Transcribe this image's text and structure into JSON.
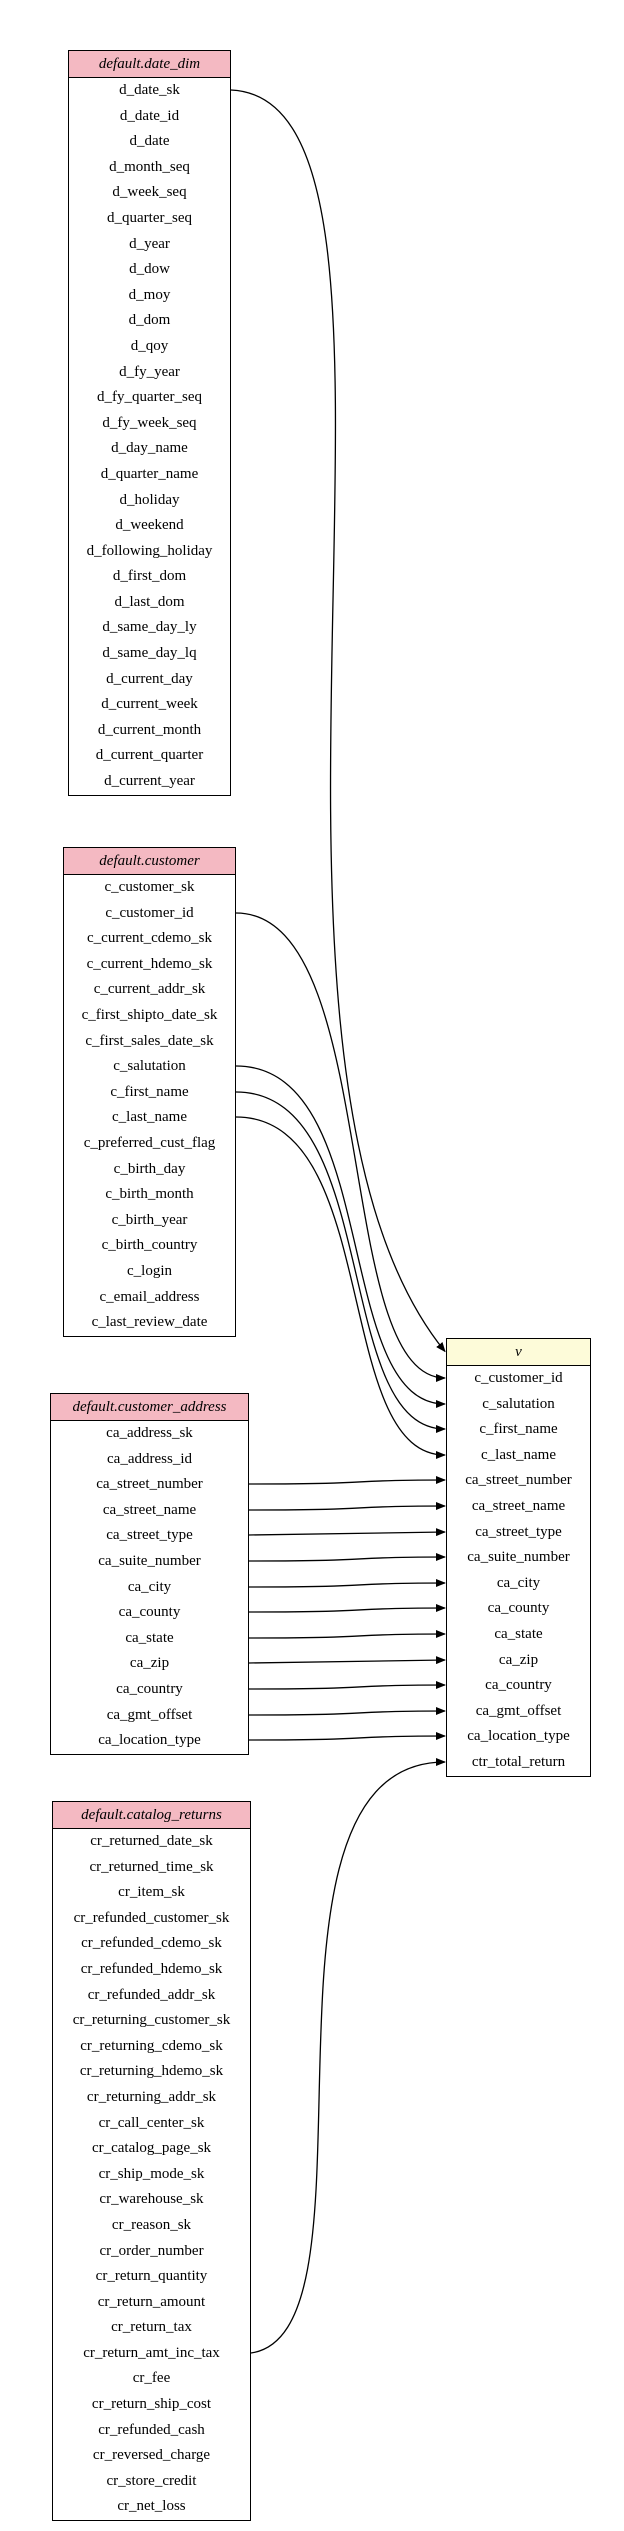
{
  "tables": [
    {
      "id": "t-date",
      "name": "default.date_dim",
      "columns": [
        "d_date_sk",
        "d_date_id",
        "d_date",
        "d_month_seq",
        "d_week_seq",
        "d_quarter_seq",
        "d_year",
        "d_dow",
        "d_moy",
        "d_dom",
        "d_qoy",
        "d_fy_year",
        "d_fy_quarter_seq",
        "d_fy_week_seq",
        "d_day_name",
        "d_quarter_name",
        "d_holiday",
        "d_weekend",
        "d_following_holiday",
        "d_first_dom",
        "d_last_dom",
        "d_same_day_ly",
        "d_same_day_lq",
        "d_current_day",
        "d_current_week",
        "d_current_month",
        "d_current_quarter",
        "d_current_year"
      ]
    },
    {
      "id": "t-cust",
      "name": "default.customer",
      "columns": [
        "c_customer_sk",
        "c_customer_id",
        "c_current_cdemo_sk",
        "c_current_hdemo_sk",
        "c_current_addr_sk",
        "c_first_shipto_date_sk",
        "c_first_sales_date_sk",
        "c_salutation",
        "c_first_name",
        "c_last_name",
        "c_preferred_cust_flag",
        "c_birth_day",
        "c_birth_month",
        "c_birth_year",
        "c_birth_country",
        "c_login",
        "c_email_address",
        "c_last_review_date"
      ]
    },
    {
      "id": "t-addr",
      "name": "default.customer_address",
      "columns": [
        "ca_address_sk",
        "ca_address_id",
        "ca_street_number",
        "ca_street_name",
        "ca_street_type",
        "ca_suite_number",
        "ca_city",
        "ca_county",
        "ca_state",
        "ca_zip",
        "ca_country",
        "ca_gmt_offset",
        "ca_location_type"
      ]
    },
    {
      "id": "t-cret",
      "name": "default.catalog_returns",
      "columns": [
        "cr_returned_date_sk",
        "cr_returned_time_sk",
        "cr_item_sk",
        "cr_refunded_customer_sk",
        "cr_refunded_cdemo_sk",
        "cr_refunded_hdemo_sk",
        "cr_refunded_addr_sk",
        "cr_returning_customer_sk",
        "cr_returning_cdemo_sk",
        "cr_returning_hdemo_sk",
        "cr_returning_addr_sk",
        "cr_call_center_sk",
        "cr_catalog_page_sk",
        "cr_ship_mode_sk",
        "cr_warehouse_sk",
        "cr_reason_sk",
        "cr_order_number",
        "cr_return_quantity",
        "cr_return_amount",
        "cr_return_tax",
        "cr_return_amt_inc_tax",
        "cr_fee",
        "cr_return_ship_cost",
        "cr_refunded_cash",
        "cr_reversed_charge",
        "cr_store_credit",
        "cr_net_loss"
      ]
    },
    {
      "id": "t-v",
      "name": "v",
      "columns": [
        "c_customer_id",
        "c_salutation",
        "c_first_name",
        "c_last_name",
        "ca_street_number",
        "ca_street_name",
        "ca_street_type",
        "ca_suite_number",
        "ca_city",
        "ca_county",
        "ca_state",
        "ca_zip",
        "ca_country",
        "ca_gmt_offset",
        "ca_location_type",
        "ctr_total_return"
      ]
    }
  ],
  "edges": [
    {
      "from": [
        "t-date",
        0
      ],
      "to": [
        "t-v",
        -1
      ]
    },
    {
      "from": [
        "t-cust",
        1
      ],
      "to": [
        "t-v",
        0
      ]
    },
    {
      "from": [
        "t-cust",
        7
      ],
      "to": [
        "t-v",
        1
      ]
    },
    {
      "from": [
        "t-cust",
        8
      ],
      "to": [
        "t-v",
        2
      ]
    },
    {
      "from": [
        "t-cust",
        9
      ],
      "to": [
        "t-v",
        3
      ]
    },
    {
      "from": [
        "t-addr",
        2
      ],
      "to": [
        "t-v",
        4
      ]
    },
    {
      "from": [
        "t-addr",
        3
      ],
      "to": [
        "t-v",
        5
      ]
    },
    {
      "from": [
        "t-addr",
        4
      ],
      "to": [
        "t-v",
        6
      ]
    },
    {
      "from": [
        "t-addr",
        5
      ],
      "to": [
        "t-v",
        7
      ]
    },
    {
      "from": [
        "t-addr",
        6
      ],
      "to": [
        "t-v",
        8
      ]
    },
    {
      "from": [
        "t-addr",
        7
      ],
      "to": [
        "t-v",
        9
      ]
    },
    {
      "from": [
        "t-addr",
        8
      ],
      "to": [
        "t-v",
        10
      ]
    },
    {
      "from": [
        "t-addr",
        9
      ],
      "to": [
        "t-v",
        11
      ]
    },
    {
      "from": [
        "t-addr",
        10
      ],
      "to": [
        "t-v",
        12
      ]
    },
    {
      "from": [
        "t-addr",
        11
      ],
      "to": [
        "t-v",
        13
      ]
    },
    {
      "from": [
        "t-addr",
        12
      ],
      "to": [
        "t-v",
        14
      ]
    },
    {
      "from": [
        "t-cret",
        20
      ],
      "to": [
        "t-v",
        15
      ]
    }
  ],
  "colors": {
    "source_header": "#f4b9c2",
    "target_header": "#fdfbd9",
    "line": "#000000"
  }
}
